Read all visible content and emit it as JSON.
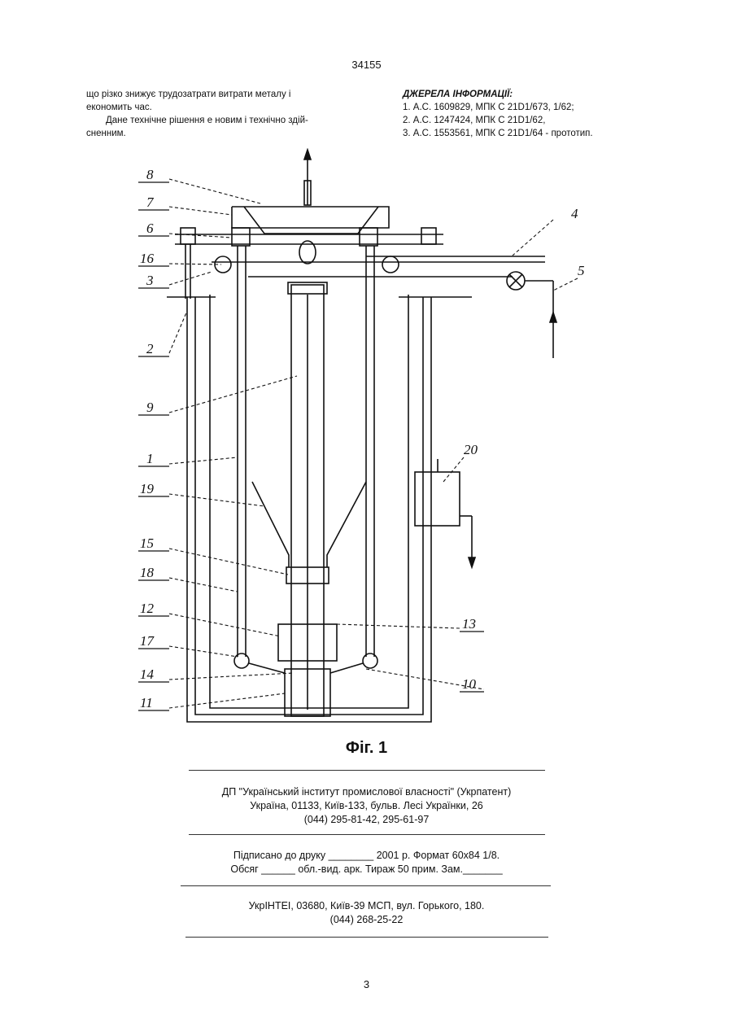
{
  "header": {
    "patent_number": "34155"
  },
  "left_column": {
    "line1": "що різко знижує трудозатрати витрати металу і",
    "line2": "економить час.",
    "line3": "Дане технічне рішення е новим і технічно здій-",
    "line4": "сненним."
  },
  "right_column": {
    "heading": "ДЖЕРЕЛА ІНФОРМАЦІЇ:",
    "sources": [
      "1. А.С. 1609829, МПК С 21D1/673, 1/62;",
      "2. А.С. 1247424, МПК С 21D1/62,",
      "3. А.С. 1553561, МПК С 21D1/64 - прототип."
    ]
  },
  "figure": {
    "caption": "Фіг. 1",
    "labels": {
      "l1": "1",
      "l2": "2",
      "l3": "3",
      "l4": "4",
      "l5": "5",
      "l6": "6",
      "l7": "7",
      "l8": "8",
      "l9": "9",
      "l10": "10",
      "l11": "11",
      "l12": "12",
      "l13": "13",
      "l14": "14",
      "l15": "15",
      "l16": "16",
      "l17": "17",
      "l18": "18",
      "l19": "19",
      "l20": "20"
    }
  },
  "publisher": {
    "name": "ДП \"Український інститут промислової власності\" (Укрпатент)",
    "address": "Україна, 01133, Київ-133, бульв. Лесі Українки, 26",
    "phones": "(044) 295-81-42, 295-61-97"
  },
  "print_info": {
    "line1": "Підписано до друку ________ 2001 р.    Формат 60х84 1/8.",
    "line2": "Обсяг ______ обл.-вид. арк.   Тираж 50 прим.    Зам._______"
  },
  "printer": {
    "name": "УкрІНТЕІ, 03680, Київ-39 МСП, вул. Горького, 180.",
    "phone": "(044) 268-25-22"
  },
  "footer": {
    "page_number": "3"
  }
}
